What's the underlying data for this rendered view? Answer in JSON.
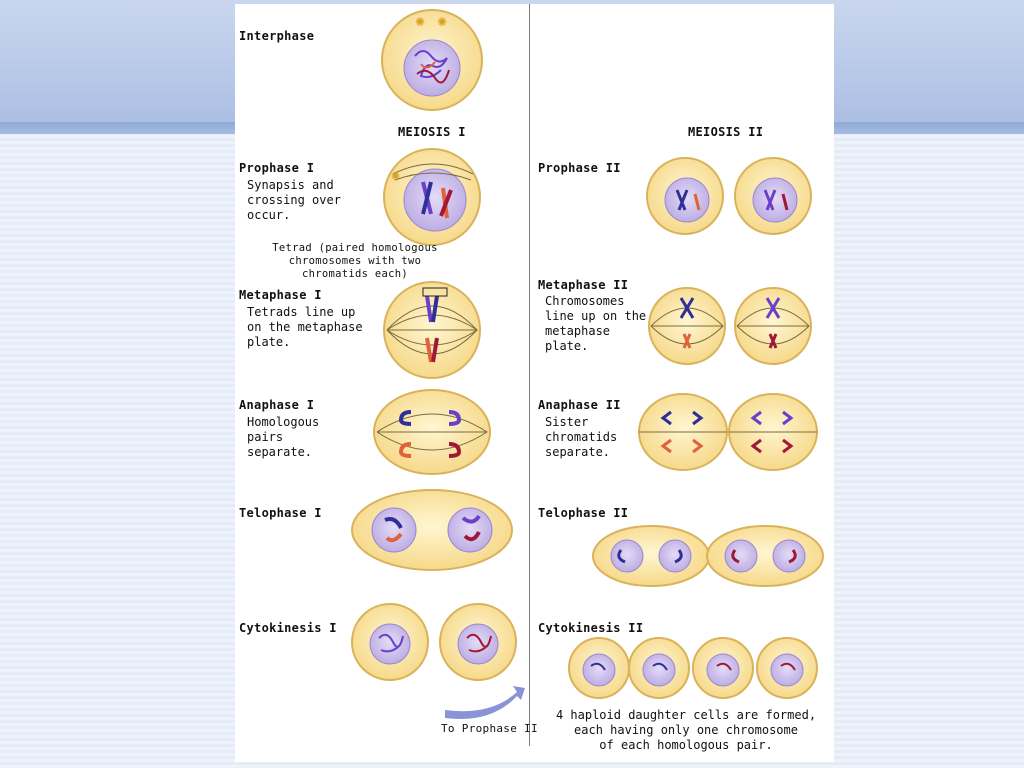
{
  "left_column": {
    "interphase": "Interphase",
    "meiosis_i": "MEIOSIS I",
    "prophase_i": {
      "title": "Prophase I",
      "lines": [
        "Synapsis and",
        "crossing over",
        "occur."
      ]
    },
    "tetrad_note": [
      "Tetrad (paired homologous",
      "chromosomes with two",
      "chromatids each)"
    ],
    "metaphase_i": {
      "title": "Metaphase I",
      "lines": [
        "Tetrads line up",
        "on the metaphase",
        "plate."
      ]
    },
    "anaphase_i": {
      "title": "Anaphase I",
      "lines": [
        "Homologous",
        "pairs",
        "separate."
      ]
    },
    "telophase_i": {
      "title": "Telophase I"
    },
    "cytokinesis_i": {
      "title": "Cytokinesis I"
    },
    "to_prophase_ii": "To Prophase II"
  },
  "right_column": {
    "meiosis_ii": "MEIOSIS II",
    "prophase_ii": {
      "title": "Prophase II"
    },
    "metaphase_ii": {
      "title": "Metaphase II",
      "lines": [
        "Chromosomes",
        "line up on the",
        "metaphase",
        "plate."
      ]
    },
    "anaphase_ii": {
      "title": "Anaphase II",
      "lines": [
        "Sister",
        "chromatids",
        "separate."
      ]
    },
    "telophase_ii": {
      "title": "Telophase II"
    },
    "cytokinesis_ii": {
      "title": "Cytokinesis II"
    },
    "footer": [
      "4 haploid daughter cells are formed,",
      "each having only one chromosome",
      "of each homologous pair."
    ]
  },
  "colors": {
    "cell_fill": "#fbe6a8",
    "cell_edge": "#d9b25a",
    "nucleus": "#c6b8e6",
    "chrom_purple": "#6a3fc9",
    "chrom_blue": "#2f2f9a",
    "chrom_orange": "#e0623a",
    "chrom_red": "#a01838",
    "arrow": "#8a93d6"
  }
}
